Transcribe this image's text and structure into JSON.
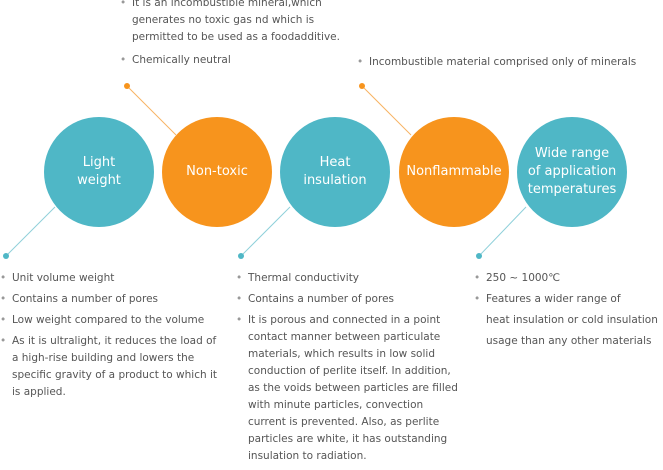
{
  "circles": [
    {
      "label": "Light weight",
      "color": "#4fb7c6"
    },
    {
      "label": "Non-toxic",
      "color": "#f7941d"
    },
    {
      "label": "Heat insulation",
      "color": "#4fb7c6"
    },
    {
      "label": "Nonflammable",
      "color": "#f7941d"
    },
    {
      "label": "Wide range of application temperatures",
      "color": "#4fb7c6"
    }
  ],
  "non_toxic_notes": [
    "It is an incombustible mineral,which generates no toxic gas nd which is permitted to be used as a foodadditive.",
    "Chemically neutral"
  ],
  "nonflammable_notes": [
    "Incombustible material comprised only of minerals"
  ],
  "light_weight_notes": [
    "Unit volume weight",
    "Contains a number of pores",
    "Low weight compared to the volume",
    "As it is ultralight, it reduces the load of a high-rise building and lowers the specific gravity of a product to which it is applied."
  ],
  "heat_insulation_notes": [
    "Thermal conductivity",
    "Contains a number of pores",
    "It is porous and connected in a point contact manner between particulate materials, which results in low solid conduction of perlite itself. In addition, as the voids between particles are filled with minute particles, convection current is prevented. Also, as perlite particles are white, it has outstanding insulation to radiation."
  ],
  "temperature_notes": {
    "range": "250 ~ 1000℃",
    "feature": "Features a wider range of",
    "feature_cont1": "heat insulation or cold insulation",
    "feature_cont2": "usage than any other materials"
  },
  "bullet_char": "•"
}
